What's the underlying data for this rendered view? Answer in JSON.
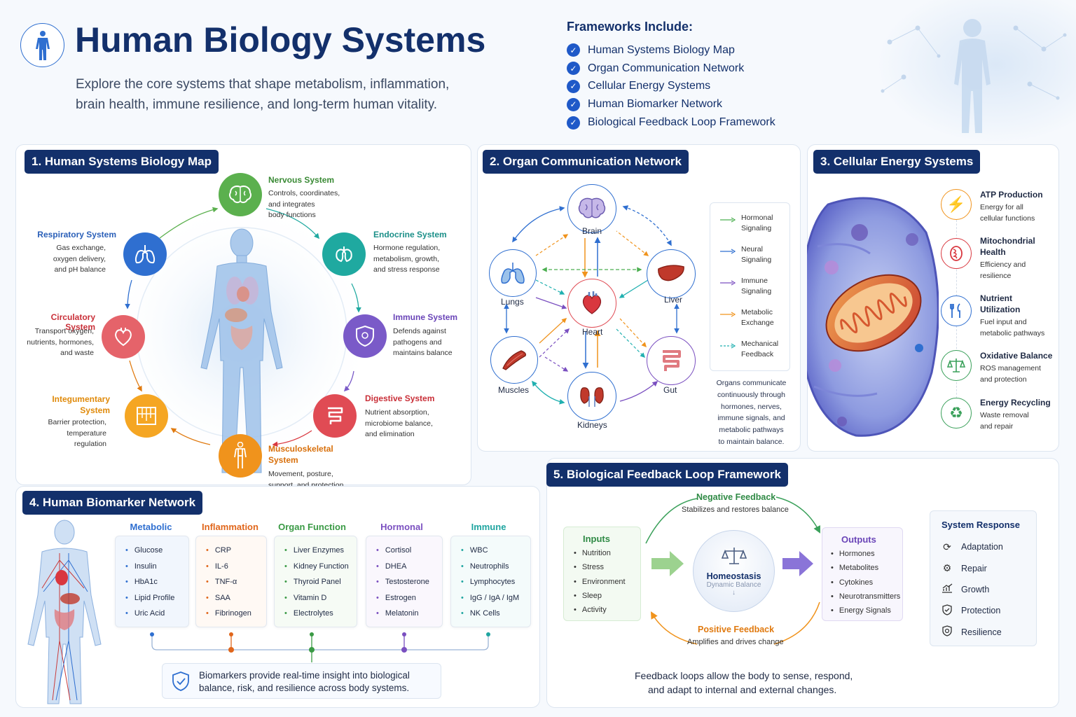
{
  "header": {
    "title": "Human Biology Systems",
    "subtitle_line1": "Explore the core systems that shape metabolism, inflammation,",
    "subtitle_line2": "brain health, immune resilience, and long-term human vitality.",
    "frameworks_heading": "Frameworks Include:",
    "frameworks": [
      "Human Systems Biology Map",
      "Organ Communication Network",
      "Cellular Energy Systems",
      "Human Biomarker Network",
      "Biological Feedback Loop Framework"
    ]
  },
  "panel1": {
    "title": "1. Human Systems Biology Map",
    "systems": [
      {
        "name": "Nervous System",
        "desc": [
          "Controls, coordinates,",
          "and integrates",
          "body functions"
        ],
        "color": "#5bb04e"
      },
      {
        "name": "Endocrine System",
        "desc": [
          "Hormone regulation,",
          "metabolism, growth,",
          "and stress response"
        ],
        "color": "#1fa9a0"
      },
      {
        "name": "Immune System",
        "desc": [
          "Defends against",
          "pathogens and",
          "maintains balance"
        ],
        "color": "#7a5ac8"
      },
      {
        "name": "Digestive System",
        "desc": [
          "Nutrient absorption,",
          "microbiome balance,",
          "and elimination"
        ],
        "color": "#d9373f"
      },
      {
        "name": "Musculoskeletal",
        "name2": "System",
        "desc": [
          "Movement, posture,",
          "support, and protection"
        ],
        "color": "#e07a10"
      },
      {
        "name": "Integumentary",
        "name2": "System",
        "desc": [
          "Barrier protection,",
          "temperature",
          "regulation"
        ],
        "color": "#e89712"
      },
      {
        "name": "Circulatory System",
        "desc": [
          "Transport oxygen,",
          "nutrients, hormones,",
          "and waste"
        ],
        "color": "#d9373f"
      },
      {
        "name": "Respiratory System",
        "desc": [
          "Gas exchange,",
          "oxygen delivery,",
          "and pH balance"
        ],
        "color": "#2f6fd0"
      }
    ]
  },
  "panel2": {
    "title": "2. Organ Communication Network",
    "organs": [
      "Brain",
      "Lungs",
      "Liver",
      "Heart",
      "Muscles",
      "Gut",
      "Kidneys"
    ],
    "legend": [
      {
        "l1": "Hormonal",
        "l2": "Signaling",
        "color": "#4caf50"
      },
      {
        "l1": "Neural",
        "l2": "Signaling",
        "color": "#2f6fd0"
      },
      {
        "l1": "Immune",
        "l2": "Signaling",
        "color": "#7a4fc0"
      },
      {
        "l1": "Metabolic",
        "l2": "Exchange",
        "color": "#f0931c"
      },
      {
        "l1": "Mechanical",
        "l2": "Feedback",
        "color": "#20b0b0"
      }
    ],
    "note": [
      "Organs communicate",
      "continuously through",
      "hormones, nerves,",
      "immune signals, and",
      "metabolic pathways",
      "to maintain balance."
    ]
  },
  "panel3": {
    "title": "3. Cellular Energy Systems",
    "items": [
      {
        "t1": "ATP Production",
        "t2": "",
        "d1": "Energy for all",
        "d2": "cellular functions",
        "icon": "lightning-icon",
        "color": "#f0931c"
      },
      {
        "t1": "Mitochondrial",
        "t2": "Health",
        "d1": "Efficiency and",
        "d2": "resilience",
        "icon": "mitochondria-icon",
        "color": "#d9373f"
      },
      {
        "t1": "Nutrient",
        "t2": "Utilization",
        "d1": "Fuel input and",
        "d2": "metabolic pathways",
        "icon": "fork-knife-icon",
        "color": "#2f6fd0"
      },
      {
        "t1": "Oxidative Balance",
        "t2": "",
        "d1": "ROS management",
        "d2": "and protection",
        "icon": "scale-icon",
        "color": "#3aa05a"
      },
      {
        "t1": "Energy Recycling",
        "t2": "",
        "d1": "Waste removal",
        "d2": "and repair",
        "icon": "recycle-icon",
        "color": "#3aa05a"
      }
    ]
  },
  "panel4": {
    "title": "4. Human Biomarker Network",
    "groups": [
      {
        "name": "Metabolic",
        "color": "#2f6fd0",
        "items": [
          "Glucose",
          "Insulin",
          "HbA1c",
          "Lipid Profile",
          "Uric Acid"
        ]
      },
      {
        "name": "Inflammation",
        "color": "#e0661b",
        "items": [
          "CRP",
          "IL-6",
          "TNF-α",
          "SAA",
          "Fibrinogen"
        ]
      },
      {
        "name": "Organ Function",
        "color": "#3a9a45",
        "items": [
          "Liver Enzymes",
          "Kidney Function",
          "Thyroid Panel",
          "Vitamin D",
          "Electrolytes"
        ]
      },
      {
        "name": "Hormonal",
        "color": "#7a4fc0",
        "items": [
          "Cortisol",
          "DHEA",
          "Testosterone",
          "Estrogen",
          "Melatonin"
        ]
      },
      {
        "name": "Immune",
        "color": "#1fa5a0",
        "items": [
          "WBC",
          "Neutrophils",
          "Lymphocytes",
          "IgG / IgA / IgM",
          "NK Cells"
        ]
      }
    ],
    "note_line1": "Biomarkers provide real-time insight into biological",
    "note_line2": "balance, risk, and resilience across body systems."
  },
  "panel5": {
    "title": "5. Biological Feedback Loop Framework",
    "negative_title": "Negative Feedback",
    "negative_desc": "Stabilizes and restores balance",
    "positive_title": "Positive Feedback",
    "positive_desc": "Amplifies and drives change",
    "inputs_title": "Inputs",
    "inputs": [
      "Nutrition",
      "Stress",
      "Environment",
      "Sleep",
      "Activity"
    ],
    "outputs_title": "Outputs",
    "outputs": [
      "Hormones",
      "Metabolites",
      "Cytokines",
      "Neurotransmitters",
      "Energy Signals"
    ],
    "center_title": "Homeostasis",
    "center_sub": "Dynamic Balance",
    "response_title": "System Response",
    "responses": [
      {
        "label": "Adaptation",
        "icon": "adaptation-icon"
      },
      {
        "label": "Repair",
        "icon": "gear-icon"
      },
      {
        "label": "Growth",
        "icon": "chart-icon"
      },
      {
        "label": "Protection",
        "icon": "shield-icon"
      },
      {
        "label": "Resilience",
        "icon": "shield-check-icon"
      }
    ],
    "note_line1": "Feedback loops allow the body to sense, respond,",
    "note_line2": "and adapt to internal and external changes."
  }
}
